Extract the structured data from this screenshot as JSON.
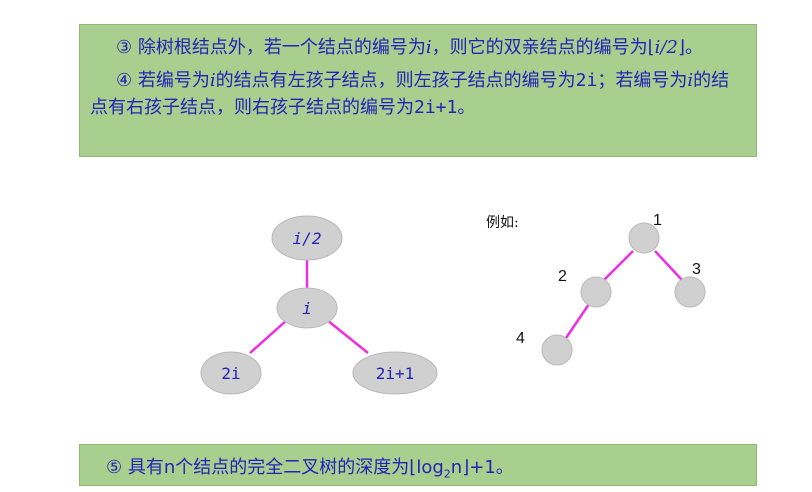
{
  "box1": {
    "p3": {
      "marker": "③",
      "text_a": "除树根结点外，若一个结点的编号为",
      "var_i": "i",
      "text_b": "，则它的双亲结点的编号为",
      "floor_open": "⌊",
      "expr": "i/2",
      "floor_close": "⌋",
      "end": "。"
    },
    "p4": {
      "marker": "④",
      "text_a": "若编号为",
      "var_i1": "i",
      "text_b": "的结点有左孩子结点，则左孩子结点的编号为",
      "expr_left": "2i",
      "text_c": "；若编号为",
      "var_i2": "i",
      "text_d": "的结点有右孩子结点，则右孩子结点的编号为",
      "expr_right": "2i+1",
      "end": "。"
    }
  },
  "box2": {
    "marker": "⑤",
    "text_a": "具有n个结点的完全二叉树的深度为",
    "floor_open": "⌊",
    "log": "log",
    "base": "2",
    "arg": "n",
    "floor_close": "⌋",
    "text_b": "+1。"
  },
  "diagram": {
    "nodes": {
      "parent": "i/2",
      "current": "i",
      "left": "2i",
      "right": "2i+1"
    },
    "example_label": "例如:",
    "example_nodes": [
      "1",
      "2",
      "3",
      "4"
    ],
    "colors": {
      "edge": "#ee2ee0",
      "node_fill": "#d0d0d0",
      "node_stroke": "#b8b8b8",
      "example_edge": "#ee2ee0"
    }
  }
}
